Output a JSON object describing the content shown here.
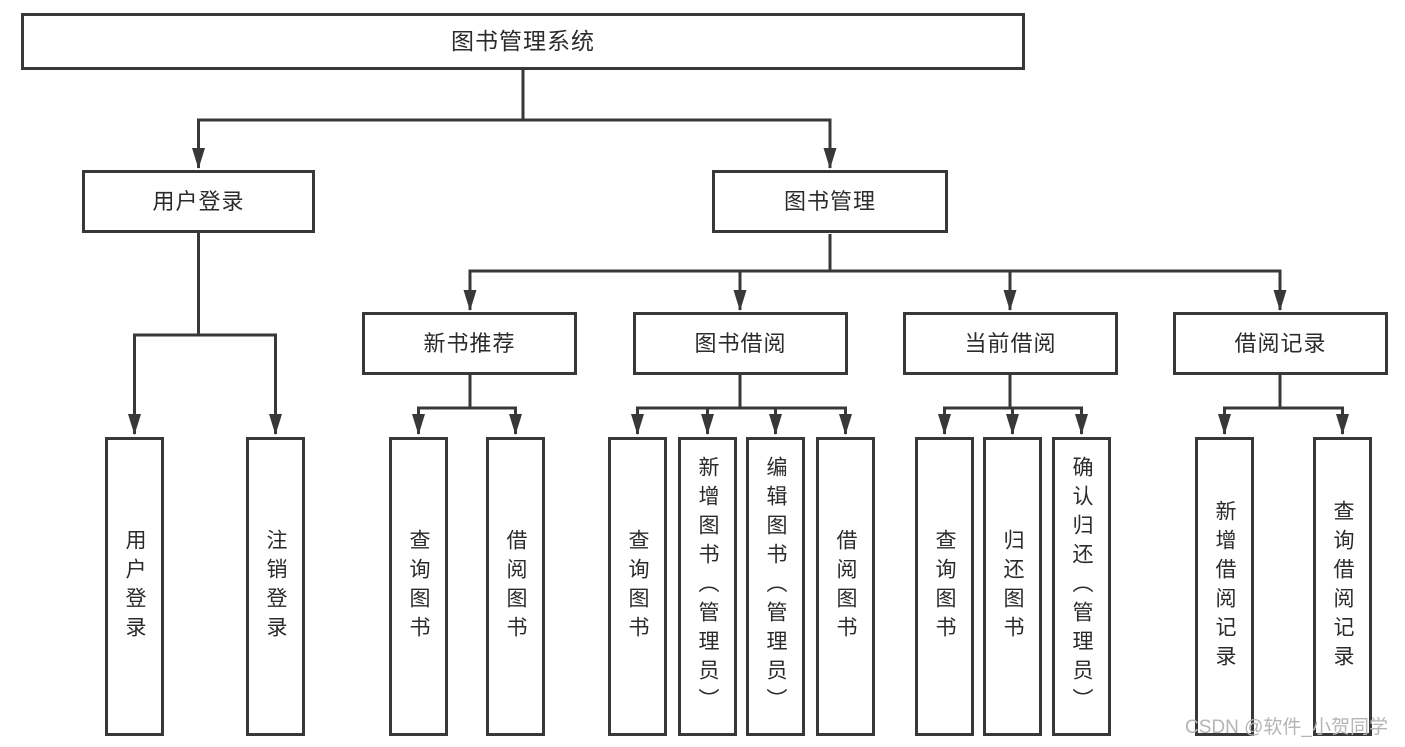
{
  "colors": {
    "line": "#383838",
    "text": "#2b2b2b",
    "background": "#ffffff",
    "watermark": "#b5b5b5"
  },
  "tree": {
    "label": "图书管理系统",
    "children": [
      {
        "label": "用户登录",
        "children": [
          {
            "label": "用户登录"
          },
          {
            "label": "注销登录"
          }
        ]
      },
      {
        "label": "图书管理",
        "children": [
          {
            "label": "新书推荐",
            "children": [
              {
                "label": "查询图书"
              },
              {
                "label": "借阅图书"
              }
            ]
          },
          {
            "label": "图书借阅",
            "children": [
              {
                "label": "查询图书"
              },
              {
                "label": "新增图书（管理员）"
              },
              {
                "label": "编辑图书（管理员）"
              },
              {
                "label": "借阅图书"
              }
            ]
          },
          {
            "label": "当前借阅",
            "children": [
              {
                "label": "查询图书"
              },
              {
                "label": "归还图书"
              },
              {
                "label": "确认归还（管理员）"
              }
            ]
          },
          {
            "label": "借阅记录",
            "children": [
              {
                "label": "新增借阅记录"
              },
              {
                "label": "查询借阅记录"
              }
            ]
          }
        ]
      }
    ]
  },
  "watermark": {
    "text": "CSDN @软件_小贺同学"
  }
}
